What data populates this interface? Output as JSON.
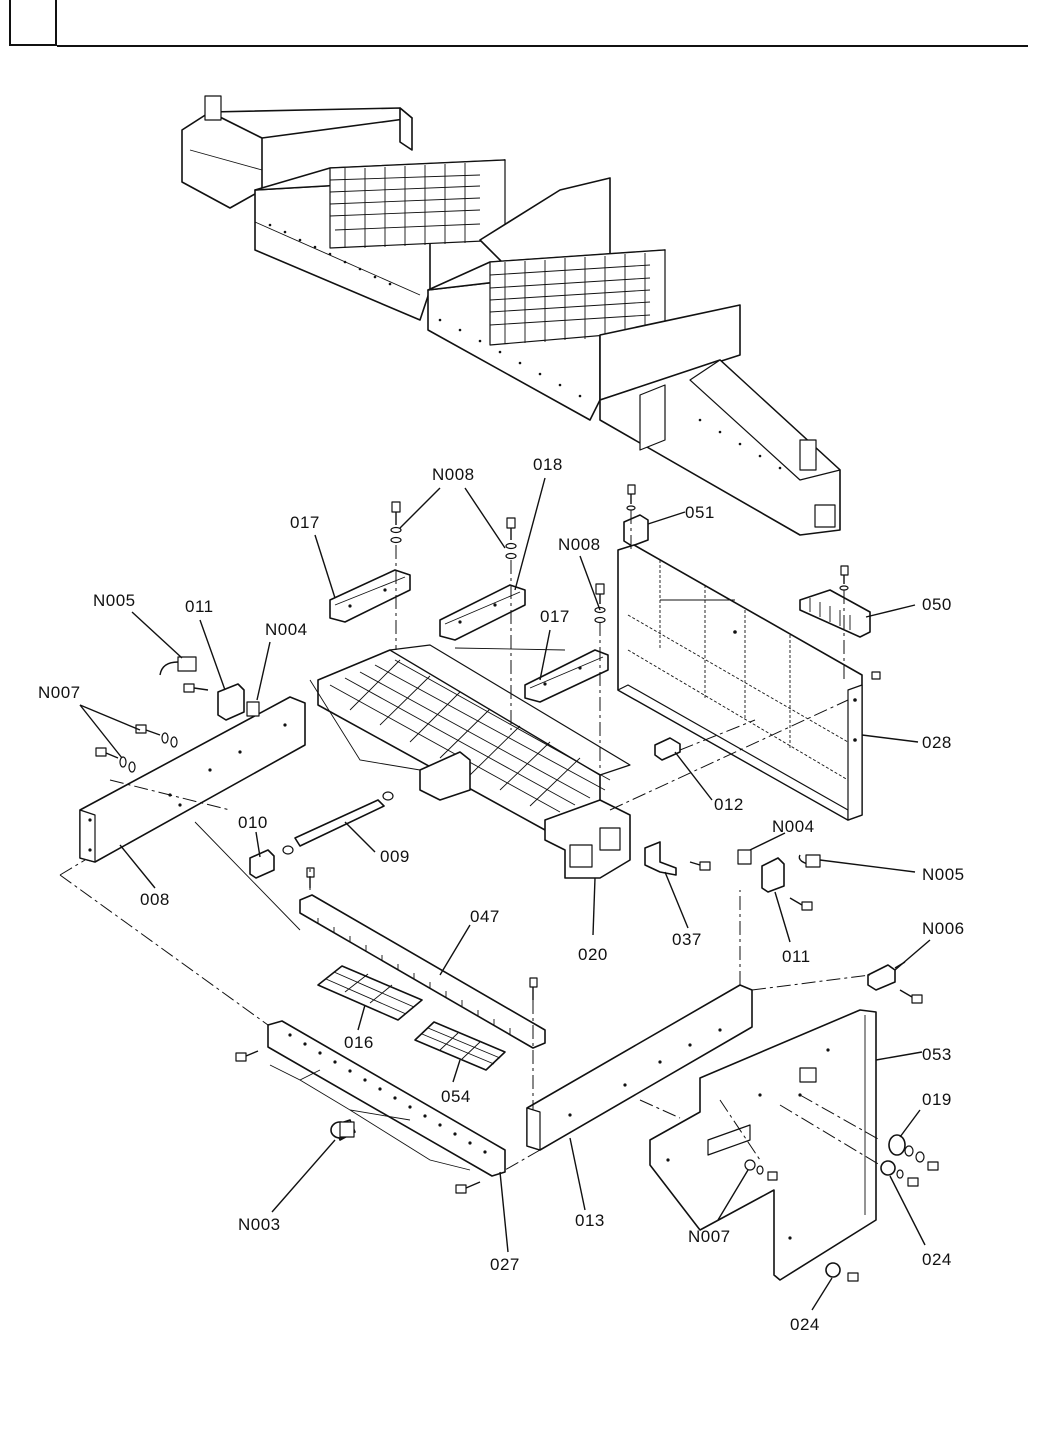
{
  "header": {
    "box_text": ""
  },
  "callouts": {
    "n008_top": "N008",
    "c018": "018",
    "c017_left": "017",
    "n008_mid": "N008",
    "c017_mid": "017",
    "c051": "051",
    "c050": "050",
    "n005_left": "N005",
    "c011_left": "011",
    "n004_left": "N004",
    "n007_left": "N007",
    "c028": "028",
    "c012": "012",
    "c010": "010",
    "c009": "009",
    "c008": "008",
    "c020": "020",
    "c037": "037",
    "n004_right": "N004",
    "n005_right": "N005",
    "c011_right": "011",
    "c047": "047",
    "n006": "N006",
    "c016": "016",
    "c054": "054",
    "c053": "053",
    "c019": "019",
    "n003": "N003",
    "c013": "013",
    "n007_right": "N007",
    "c024_a": "024",
    "c027": "027",
    "c024_b": "024"
  }
}
